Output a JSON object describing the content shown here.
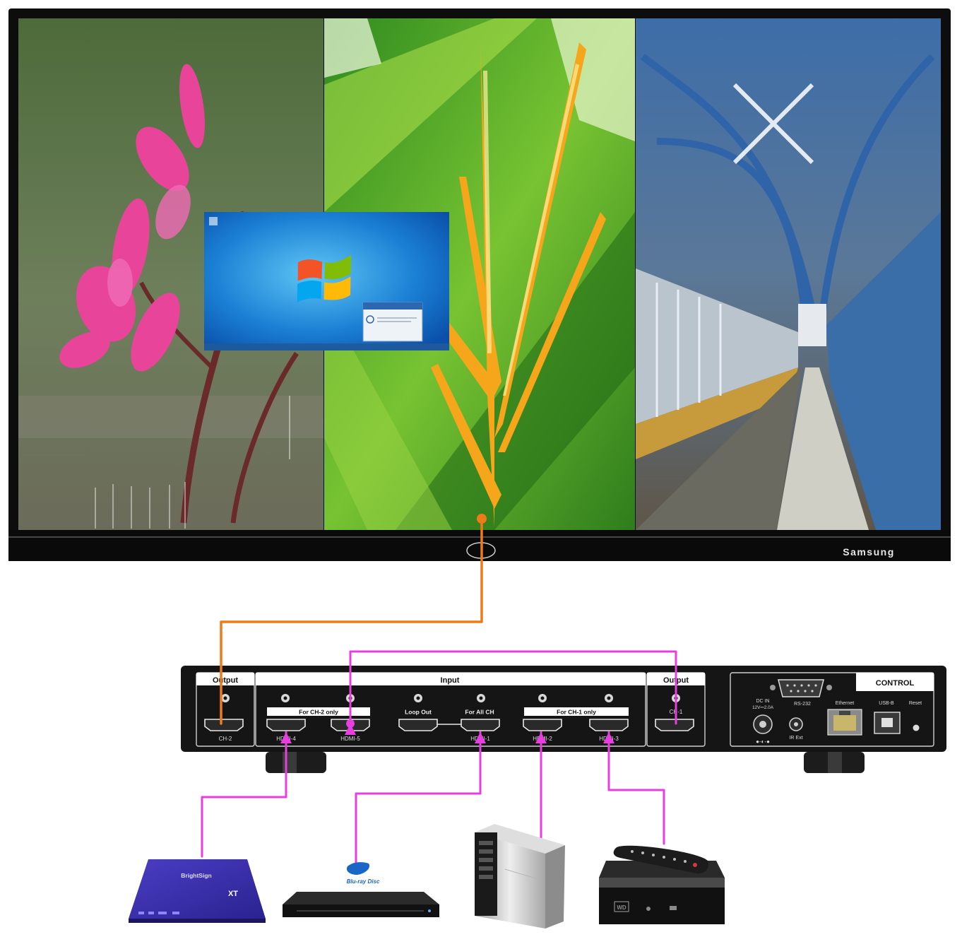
{
  "tv": {
    "brand": "Samsung"
  },
  "controller": {
    "sections": {
      "output_left": "Output",
      "input": "Input",
      "output_right": "Output",
      "control": "CONTROL"
    },
    "groups": {
      "ch2_only": "For CH-2 only",
      "all_ch": "For All CH",
      "ch1_only": "For CH-1 only"
    },
    "ports": {
      "ch2": "CH-2",
      "hdmi4": "HDMI-4",
      "hdmi5": "HDMI-5",
      "loop_out": "Loop Out",
      "hdmi1": "HDMI-1",
      "hdmi2": "HDMI-2",
      "hdmi3": "HDMI-3",
      "ch1": "CH-1"
    },
    "control_labels": {
      "rs232": "RS-232",
      "dc_in": "DC IN",
      "dc_spec": "12V⎓2.0A",
      "ir_ext": "IR Ext",
      "ethernet": "Ethernet",
      "usb_b": "USB-B",
      "reset": "Reset"
    }
  },
  "devices": {
    "brightsign": {
      "brand": "BrightSign",
      "model": "XT"
    },
    "bluray": {
      "logo": "Blu-ray Disc"
    },
    "media_box": {
      "brand": "WD"
    }
  },
  "colors": {
    "output_cable": "#ee7a1a",
    "input_cable": "#e83ee0",
    "tv_frame": "#0d0d0d",
    "device_panel": "#151515",
    "brightsign_body": "#3a2fae"
  }
}
